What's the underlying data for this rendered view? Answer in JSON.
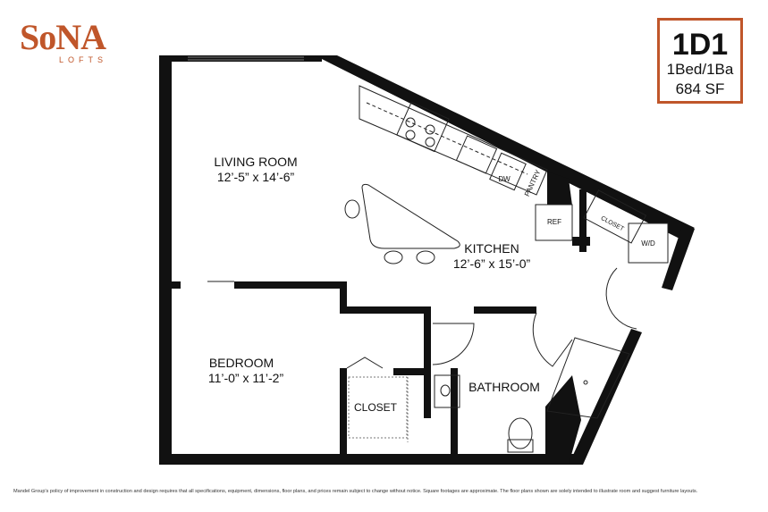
{
  "brand": {
    "name": "SoNA",
    "subtitle": "LOFTS",
    "color": "#c0562a"
  },
  "unit": {
    "name": "1D1",
    "type": "1Bed/1Ba",
    "area": "684 SF"
  },
  "rooms": {
    "living_room": {
      "name": "LIVING ROOM",
      "size": "12’-5” x 14’-6”"
    },
    "kitchen": {
      "name": "KITCHEN",
      "size": "12’-6” x 15’-0”"
    },
    "bedroom": {
      "name": "BEDROOM",
      "size": "11’-0” x 11’-2”"
    },
    "bathroom": {
      "name": "BATHROOM"
    },
    "closet": {
      "name": "CLOSET"
    }
  },
  "fixtures": {
    "dishwasher": "DW",
    "pantry": "PANTRY",
    "refrigerator": "REF",
    "closet_small": "CLOSET",
    "washer_dryer": "W/D"
  },
  "disclaimer": "Mandel Group's policy of improvement in construction and design requires that all specifications, equipment, dimensions, floor plans, and prices remain subject to change without notice. Square footages are approximate. The floor plans shown are solely intended to illustrate room and suggest furniture layouts."
}
